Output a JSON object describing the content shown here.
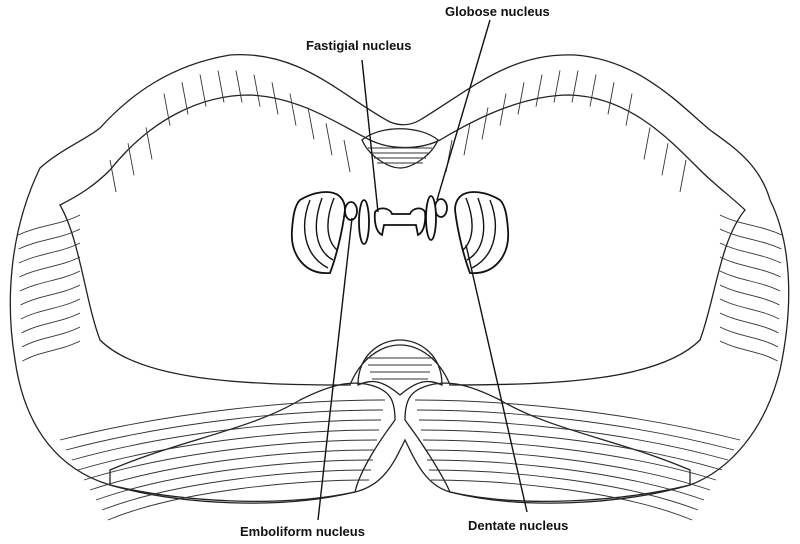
{
  "title": "Cerebellar nuclei",
  "labels": {
    "fastigial": "Fastigial nucleus",
    "globose": "Globose nucleus",
    "emboliform": "Emboliform nucleus",
    "dentate": "Dentate nucleus"
  },
  "colors": {
    "cortex": "#f6bc87",
    "white_matter": "#fce9da",
    "outline": "#222222"
  }
}
